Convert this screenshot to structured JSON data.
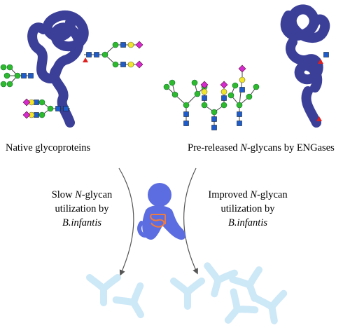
{
  "captions": {
    "left_label": "Native glycoproteins",
    "right_prefix": "Pre-released ",
    "right_italic": "N",
    "right_suffix": "-glycans by ENGases"
  },
  "left_text": {
    "line1_prefix": "Slow ",
    "line1_italic": "N",
    "line1_suffix": "-glycan",
    "line2": "utilization by",
    "line3": "B.infantis"
  },
  "right_text": {
    "line1_prefix": "Improved ",
    "line1_italic": "N",
    "line1_suffix": "-glycan",
    "line2": "utilization by",
    "line3": "B.infantis"
  },
  "colors": {
    "protein": "#3b3f98",
    "glcnac": "#1f5bc9",
    "mannose": "#2dbb2d",
    "galactose": "#f2e62a",
    "sialic": "#d62ad0",
    "fucose": "#e0201e",
    "baby": "#5b6de0",
    "gut": "#f07b3f",
    "residue": "#cde8f7",
    "arrow": "#555555"
  }
}
